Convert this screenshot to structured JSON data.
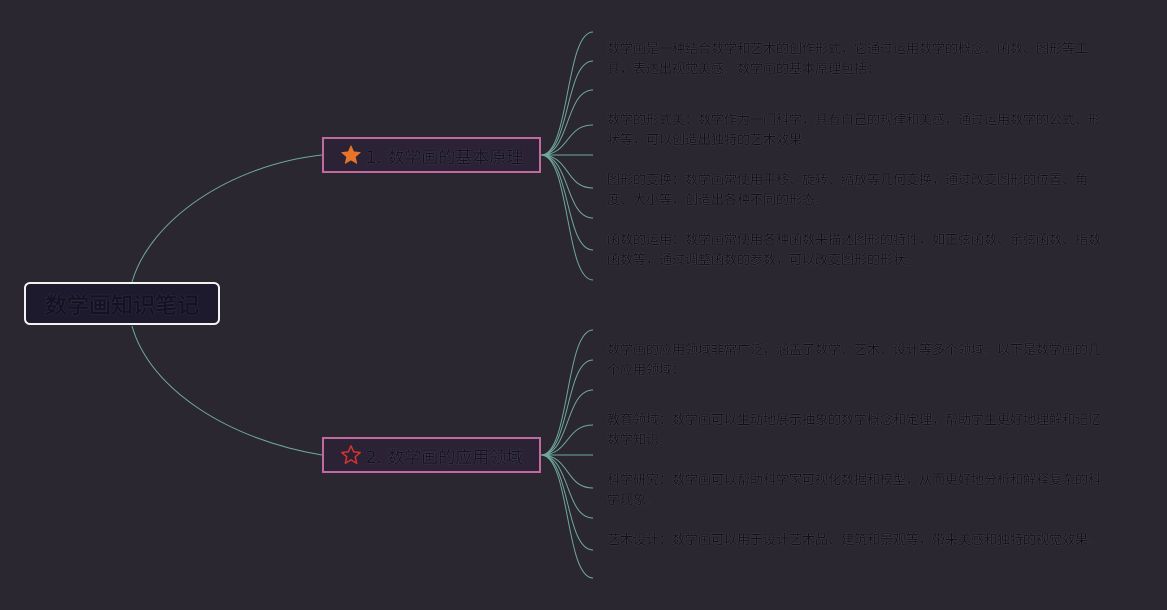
{
  "root": {
    "title": "数学画知识笔记"
  },
  "branches": [
    {
      "label": "1. 数学画的基本原理",
      "icon": "star-filled-icon",
      "icon_color": "#e8742a",
      "leaves": [
        "数学画是一种结合数学和艺术的创作形式，它通过运用数学的概念、函数、图形等工具，表达出视觉美感。数学画的基本原理包括：",
        "数学的形式美：数学作为一门科学，具有自己的规律和美感，通过运用数学的公式、形状等，可以创造出独特的艺术效果。",
        "图形的变换：数学画常使用平移、旋转、缩放等几何变换，通过改变图形的位置、角度、大小等，创造出各种不同的形态。",
        "函数的运用：数学画常使用各种函数来描述图形的特性，如正弦函数、余弦函数、指数函数等，通过调整函数的参数，可以改变图形的形状。"
      ]
    },
    {
      "label": "2. 数学画的应用领域",
      "icon": "star-outline-icon",
      "icon_color": "#d8352a",
      "leaves": [
        "数学画的应用领域非常广泛，涵盖了数学、艺术、设计等多个领域。以下是数学画的几个应用领域：",
        "教育领域：数学画可以生动地展示抽象的数学概念和定理，帮助学生更好地理解和记忆数学知识。",
        "科学研究：数学画可以帮助科学家可视化数据和模型，从而更好地分析和解释复杂的科学现象。",
        "艺术设计：数学画可以用于设计艺术品、建筑和景观等，带来美感和独特的视觉效果。"
      ]
    }
  ],
  "colors": {
    "background": "#2b2730",
    "connector": "#6fa8a0",
    "branch_border": "#c06aa0",
    "root_border": "#f2f2f2"
  }
}
